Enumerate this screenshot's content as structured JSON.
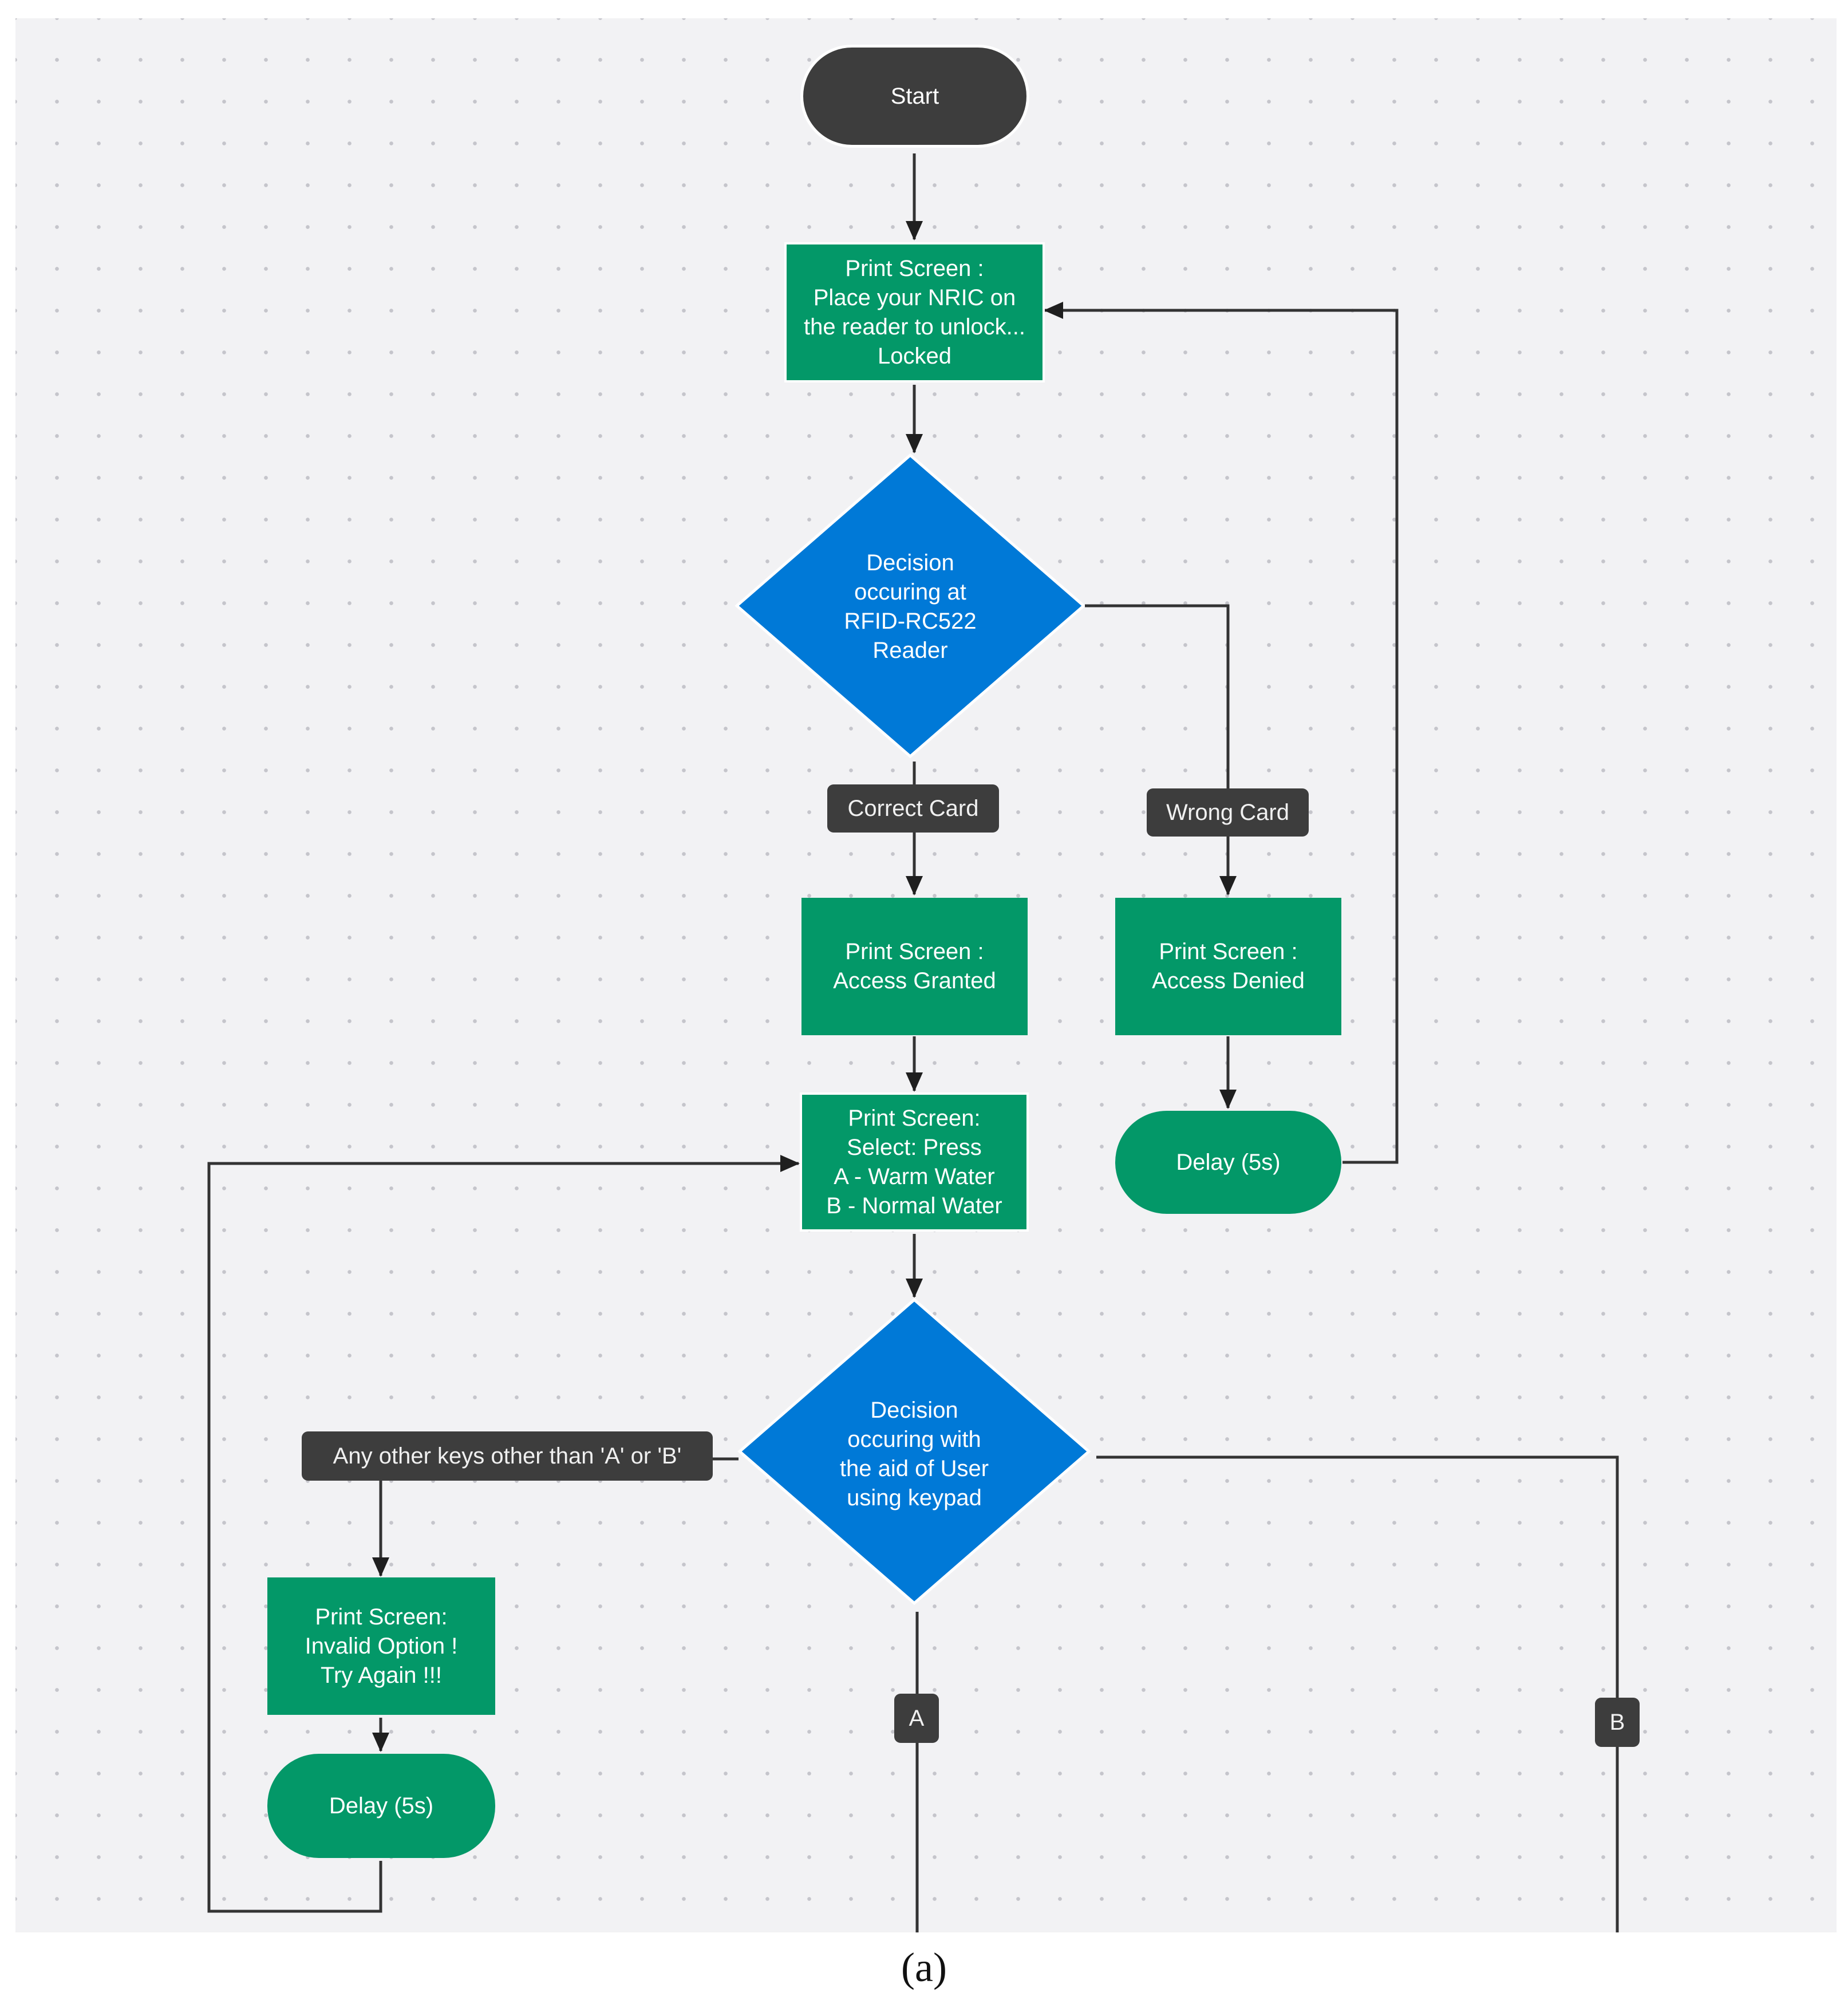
{
  "diagram": {
    "nodes": {
      "start": "Start",
      "print_locked": "Print Screen :\nPlace your NRIC on\nthe reader to unlock...\nLocked",
      "decision_rfid": "Decision\noccuring at\nRFID-RC522\nReader",
      "print_granted": "Print Screen :\nAccess Granted",
      "print_denied": "Print Screen :\nAccess Denied",
      "delay_denied": "Delay (5s)",
      "print_select": "Print Screen:\nSelect: Press\nA - Warm Water\nB - Normal Water",
      "decision_keypad": "Decision\noccuring with\nthe aid of User\nusing keypad",
      "print_invalid": "Print Screen:\nInvalid Option !\nTry Again !!!",
      "delay_invalid": "Delay (5s)"
    },
    "edge_labels": {
      "correct_card": "Correct Card",
      "wrong_card": "Wrong Card",
      "other_keys": "Any other keys other than 'A' or 'B'",
      "option_a": "A",
      "option_b": "B"
    },
    "colors": {
      "process": "#039868",
      "decision": "#0079d7",
      "terminal_start": "#3d3d3d",
      "label_tag": "#3d3d3d",
      "connector": "#1f1f1f",
      "background": "#f2f2f4"
    }
  },
  "caption": "(a)"
}
